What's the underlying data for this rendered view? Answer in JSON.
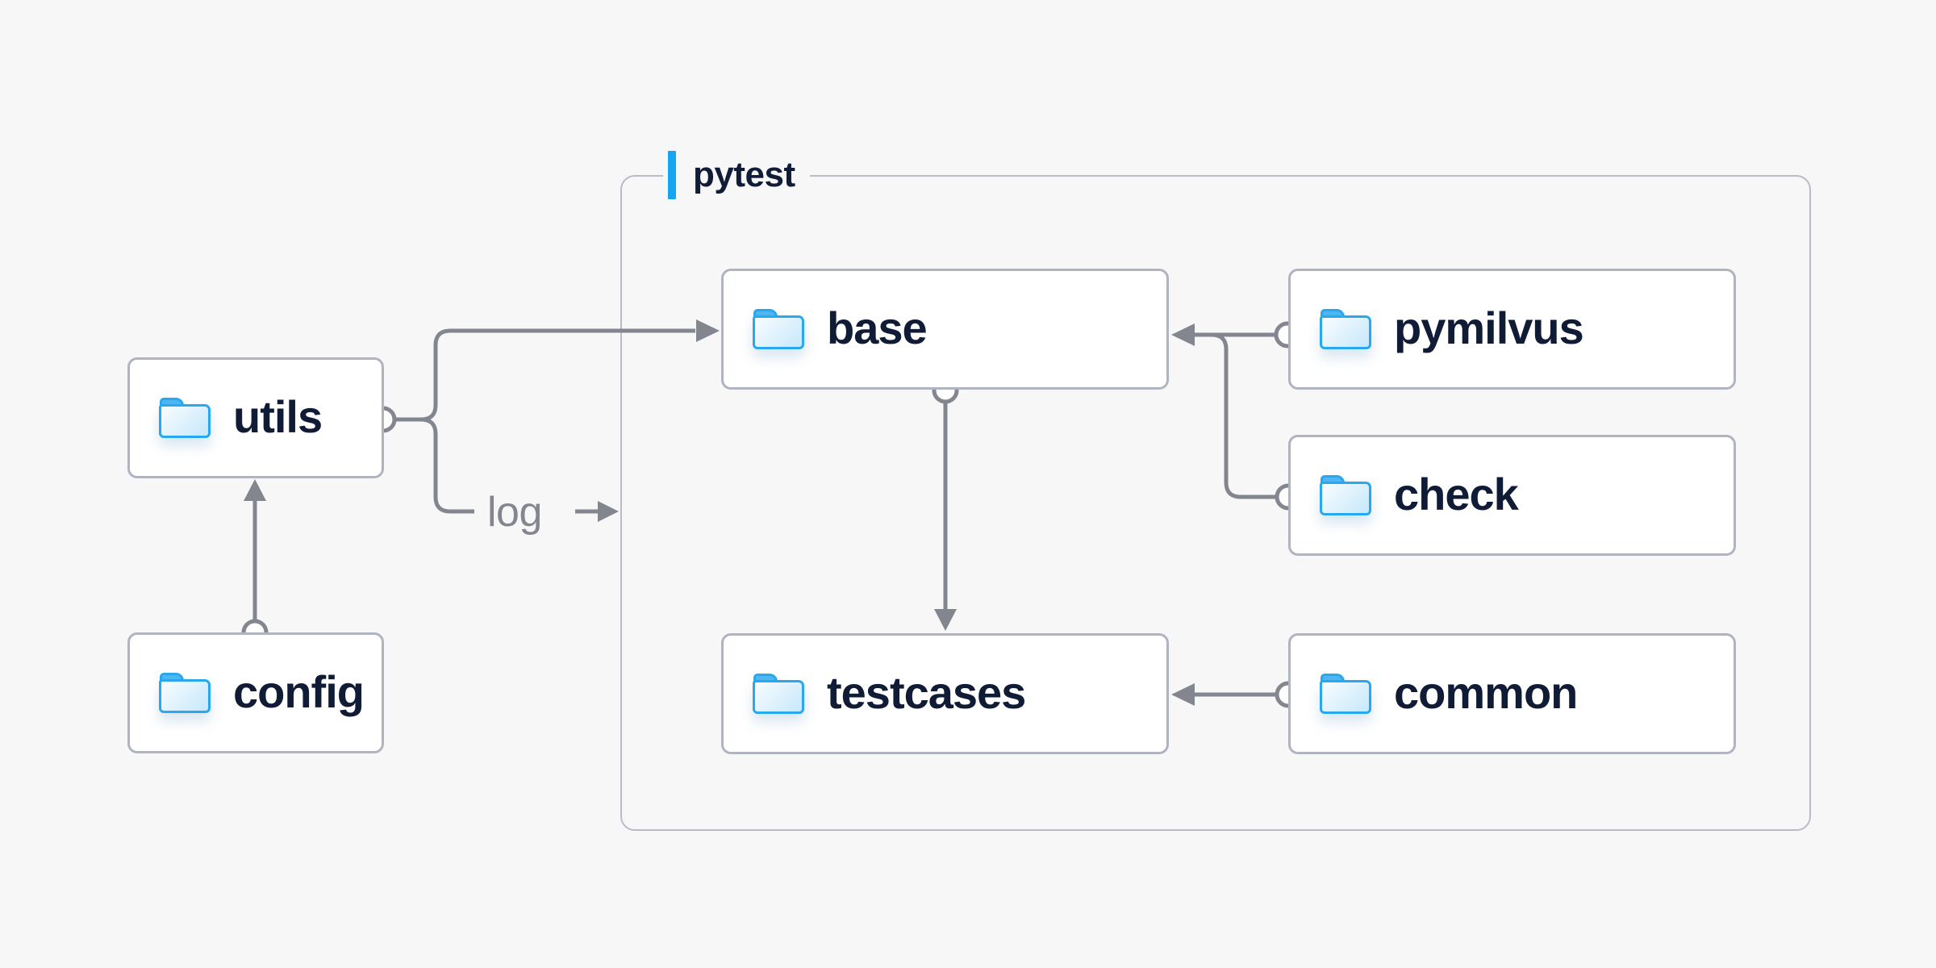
{
  "diagram": {
    "group": {
      "label": "pytest"
    },
    "nodes": {
      "utils": "utils",
      "config": "config",
      "base": "base",
      "testcases": "testcases",
      "pymilvus": "pymilvus",
      "check": "check",
      "common": "common"
    },
    "edge_label": "log",
    "edges": [
      {
        "from": "config",
        "to": "utils"
      },
      {
        "from": "utils",
        "to": "base"
      },
      {
        "from": "utils",
        "to": "log"
      },
      {
        "from": "pymilvus",
        "to": "base"
      },
      {
        "from": "check",
        "to": "base"
      },
      {
        "from": "base",
        "to": "testcases"
      },
      {
        "from": "common",
        "to": "testcases"
      }
    ],
    "icons": {
      "node_icon": "folder-icon"
    },
    "colors": {
      "background": "#f7f7f8",
      "accent_blue": "#14a5f3",
      "node_border": "#b0b3c0",
      "group_border": "#b9bcc6",
      "connector": "#83868f",
      "label_text": "#101c36",
      "edge_label_text": "#83868f",
      "folder_outline": "#29a8ef",
      "folder_tab": "#4fb7f2",
      "node_background": "#ffffff"
    }
  }
}
